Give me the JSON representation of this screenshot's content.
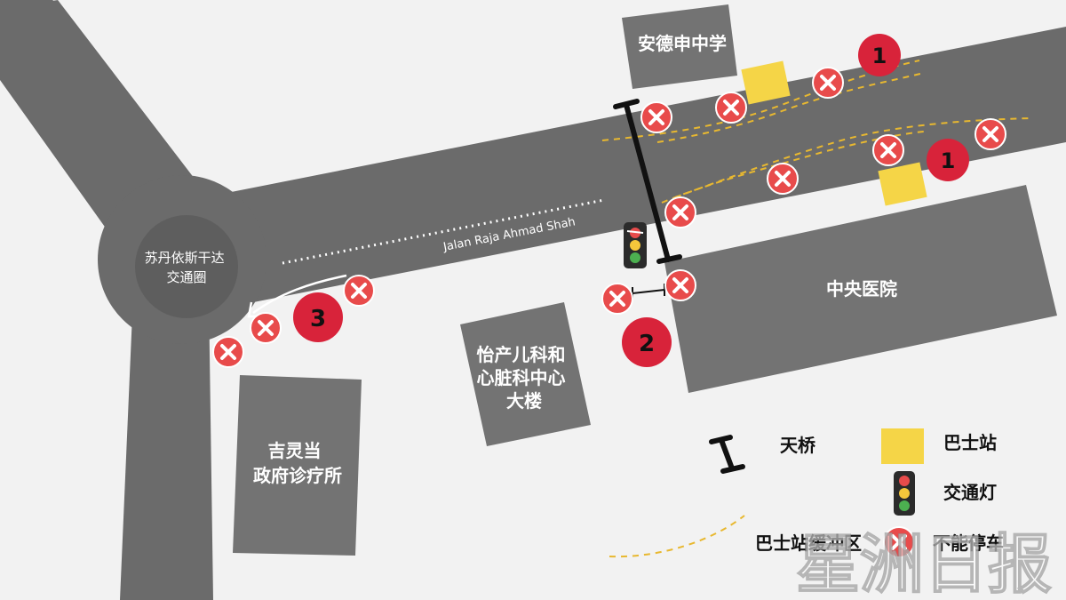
{
  "colors": {
    "background": "#f2f2f2",
    "road": "#6b6b6b",
    "building": "#737373",
    "circle_center": "#5e5e5e",
    "bus_stop": "#f5d547",
    "buffer_line": "#e8b830",
    "no_stop": "#e84b4b",
    "marker": "#d8233a",
    "bridge": "#111111",
    "road_dots": "#ffffff"
  },
  "roundabout": {
    "label_line1": "苏丹依斯干达",
    "label_line2": "交通圈"
  },
  "road": {
    "name": "Jalan Raja Ahmad Shah"
  },
  "buildings": {
    "school": "安德申中学",
    "hospital": "中央医院",
    "pediatric_line1": "怡产儿科和",
    "pediatric_line2": "心脏科中心",
    "pediatric_line3": "大楼",
    "clinic_line1": "吉灵当",
    "clinic_line2": "政府诊疗所"
  },
  "markers": {
    "m1a": "1",
    "m1b": "1",
    "m2": "2",
    "m3": "3"
  },
  "legend": {
    "bridge": "天桥",
    "bus_stop": "巴士站",
    "traffic_light": "交通灯",
    "buffer_zone": "巴士站缓冲区",
    "no_stopping": "不能停车"
  },
  "icons": {
    "no_stop": "x-circle-icon",
    "traffic_light": "traffic-light-icon",
    "bridge": "footbridge-icon",
    "bus_stop": "bus-stop-icon"
  },
  "watermark": "星洲日报"
}
